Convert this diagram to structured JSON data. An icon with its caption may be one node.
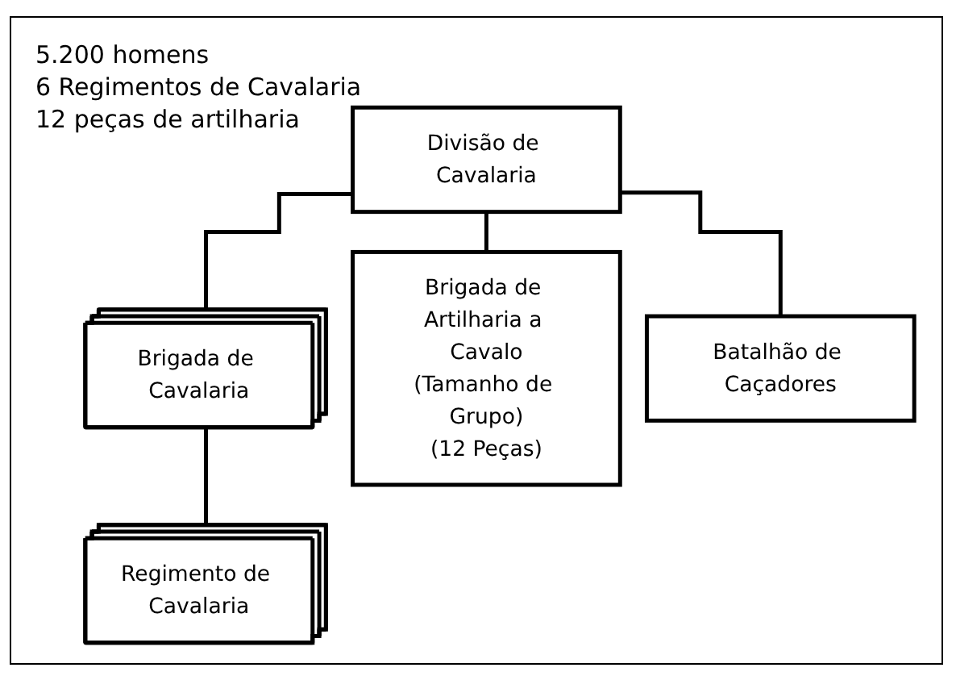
{
  "diagram": {
    "nodes": [
      {
        "text": [
          "Divisão de Cavalaria"
        ]
      },
      {
        "text": [
          "Brigada de Cavalaria"
        ]
      },
      {
        "text": [
          "Brigada de Artilharia a Cavalo",
          "(Tamanho de Grupo)",
          "(12 Peças)"
        ]
      },
      {
        "text": [
          "Batalhão de Caçadores"
        ]
      },
      {
        "text": [
          "Regimento de Cavalaria"
        ]
      }
    ],
    "edges": [
      {
        "from": 0,
        "to": 1,
        "arrow": "none"
      },
      {
        "from": 0,
        "to": 2,
        "arrow": "none"
      },
      {
        "from": 0,
        "to": 3,
        "arrow": "none"
      },
      {
        "from": 1,
        "to": 4,
        "arrow": "none"
      }
    ],
    "labels": [
      "5.200 homens",
      "6 Regimentos de Cavalaria",
      "12 peças de artilharia"
    ]
  }
}
